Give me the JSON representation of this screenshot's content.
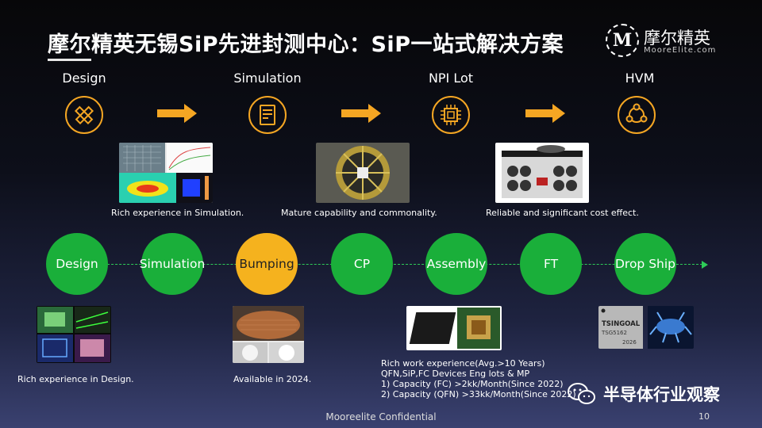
{
  "title": "摩尔精英无锡SiP先进封测中心：SiP一站式解决方案",
  "logo": {
    "mark": "M",
    "text_cn": "摩尔精英",
    "text_en": "MooreElite.com"
  },
  "top_stages": [
    {
      "label": "Design",
      "icon": "pencil-ruler-icon"
    },
    {
      "label": "Simulation",
      "icon": "document-icon"
    },
    {
      "label": "NPI Lot",
      "icon": "chip-icon"
    },
    {
      "label": "HVM",
      "icon": "cycle-icon"
    }
  ],
  "top_captions": [
    "Rich experience in Simulation.",
    "Mature capability and commonality.",
    "Reliable and significant cost effect."
  ],
  "flow_steps": [
    "Design",
    "Simulation",
    "Bumping",
    "CP",
    "Assembly",
    "FT",
    "Drop Ship"
  ],
  "highlight_step": "Bumping",
  "bottom_notes": {
    "design": "Rich experience in Design.",
    "bumping": "Available in 2024.",
    "assembly": [
      "Rich work experience(Avg.>10 Years)",
      "QFN,SiP,FC Devices Eng lots & MP",
      "1) Capacity (FC) >2kk/Month(Since 2022)",
      "2) Capacity (QFN) >33kk/Month(Since 2022)"
    ]
  },
  "chip_label": {
    "brand": "TSINGOAL",
    "part": "TSG5162",
    "year": "2026"
  },
  "watermark": "半导体行业观察",
  "footer": "Mooreelite Confidential",
  "page_number": "10",
  "colors": {
    "flow_green": "#1aaf3a",
    "highlight_orange": "#f5b21e",
    "accent_orange": "#f5a623"
  }
}
